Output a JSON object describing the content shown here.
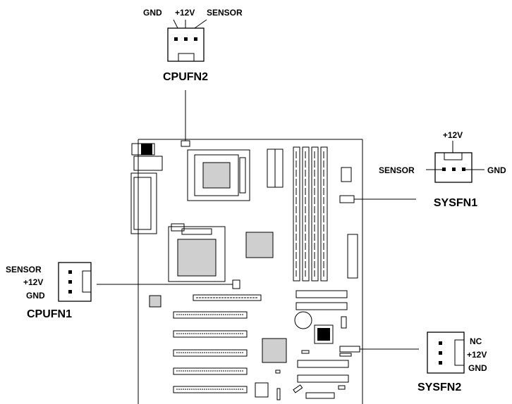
{
  "connectors": {
    "cpufn2": {
      "title": "CPUFN2",
      "pins": [
        "GND",
        "+12V",
        "SENSOR"
      ]
    },
    "sysfn1": {
      "title": "SYSFN1",
      "pins": [
        "+12V",
        "SENSOR",
        "GND"
      ]
    },
    "cpufn1": {
      "title": "CPUFN1",
      "pins": [
        "SENSOR",
        "+12V",
        "GND"
      ]
    },
    "sysfn2": {
      "title": "SYSFN2",
      "pins": [
        "NC",
        "+12V",
        "GND"
      ]
    }
  }
}
